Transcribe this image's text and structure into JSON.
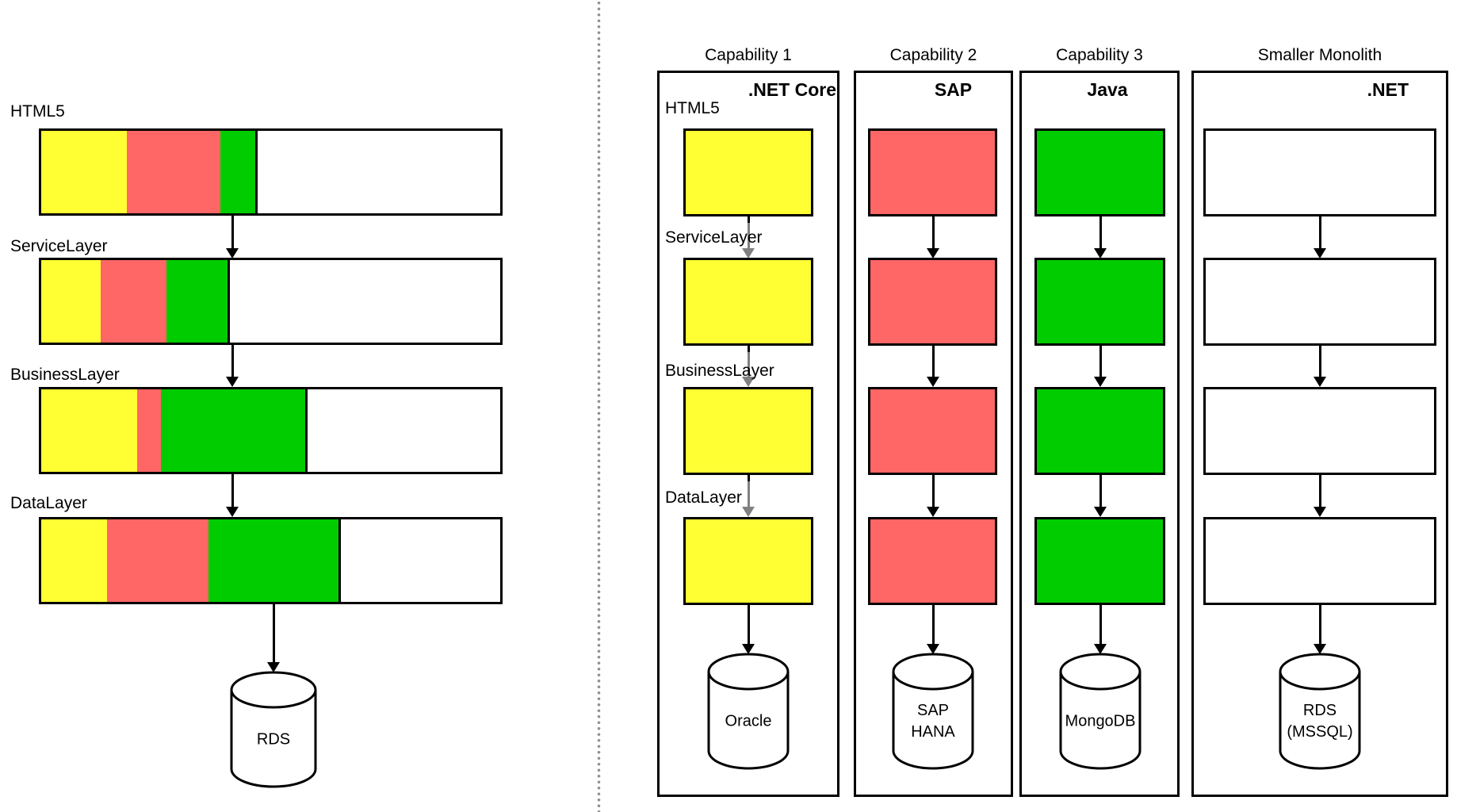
{
  "colors": {
    "yellow": "#FFFF33",
    "red": "#FF6666",
    "green": "#00CC00",
    "white": "#FFFFFF",
    "gray_arrow": "#808080",
    "divider_dot": "#909090",
    "line": "#000000"
  },
  "left_diagram": {
    "layers": [
      {
        "label": "HTML5",
        "segments": [
          {
            "color": "yellow",
            "style": "left:0px;width:108px;background:var(--c-yellow)"
          },
          {
            "color": "red",
            "style": "left:108px;width:118px;background:var(--c-red)"
          },
          {
            "color": "green",
            "style": "left:226px;width:44px;background:var(--c-green)"
          }
        ]
      },
      {
        "label": "ServiceLayer",
        "segments": [
          {
            "color": "yellow",
            "style": "left:0px;width:75px;background:var(--c-yellow)"
          },
          {
            "color": "red",
            "style": "left:75px;width:83px;background:var(--c-red)"
          },
          {
            "color": "green",
            "style": "left:158px;width:77px;background:var(--c-green)"
          }
        ]
      },
      {
        "label": "BusinessLayer",
        "segments": [
          {
            "color": "yellow",
            "style": "left:0px;width:121px;background:var(--c-yellow)"
          },
          {
            "color": "red",
            "style": "left:121px;width:30px;background:var(--c-red)"
          },
          {
            "color": "green",
            "style": "left:151px;width:182px;background:var(--c-green)"
          }
        ]
      },
      {
        "label": "DataLayer",
        "segments": [
          {
            "color": "yellow",
            "style": "left:0px;width:83px;background:var(--c-yellow)"
          },
          {
            "color": "red",
            "style": "left:83px;width:128px;background:var(--c-red)"
          },
          {
            "color": "green",
            "style": "left:211px;width:164px;background:var(--c-green)"
          }
        ]
      }
    ],
    "database": {
      "label": "RDS"
    }
  },
  "right_diagram": {
    "columns": [
      {
        "title": "Capability 1",
        "tech": ".NET Core",
        "box_color": "yellow",
        "box_style": "background:var(--c-yellow)",
        "layer_labels": [
          "HTML5",
          "ServiceLayer",
          "BusinessLayer",
          "DataLayer"
        ],
        "db_line1": "Oracle",
        "db_line2": ""
      },
      {
        "title": "Capability 2",
        "tech": "SAP",
        "box_color": "red",
        "box_style": "background:var(--c-red)",
        "db_line1": "SAP",
        "db_line2": "HANA"
      },
      {
        "title": "Capability 3",
        "tech": "Java",
        "box_color": "green",
        "box_style": "background:var(--c-green)",
        "db_line1": "MongoDB",
        "db_line2": ""
      },
      {
        "title": "Smaller Monolith",
        "tech": ".NET",
        "box_color": "white",
        "box_style": "background:var(--c-white)",
        "db_line1": "RDS",
        "db_line2": "(MSSQL)"
      }
    ]
  }
}
